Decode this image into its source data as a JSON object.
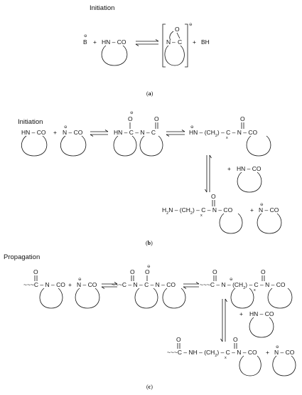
{
  "panel_a": {
    "heading": "Initiation",
    "charge": "⊖",
    "base": "B",
    "plus1": "+",
    "lactam": "HN – CO",
    "anion_n": "N",
    "anion_dash": "–",
    "anion_c": "C",
    "anion_o": "O",
    "plus2": "+",
    "conj_acid": "BH",
    "caption_open": "(",
    "caption_letter": "a",
    "caption_close": ")"
  },
  "panel_b": {
    "heading": "Initiation",
    "lactam": "HN – CO",
    "plus1": "+",
    "anion": "N – CO",
    "charge": "⊖",
    "dimer_o": "O",
    "dimer_c_single": "C",
    "dimer_left": "HN – C – N – C",
    "open_hn": "HN – (CH",
    "subscript_2": "2",
    "subscript_x": "x",
    "open_tail": ") – C – N – CO",
    "plus2": "+",
    "lactam2": "HN – CO",
    "amine": "H",
    "amine_tail": "N – (CH",
    "amine_end": ") – C – N – CO",
    "plus3": "+",
    "anion2": "N – CO",
    "caption_open": "(",
    "caption_letter": "b",
    "caption_close": ")"
  },
  "panel_c": {
    "heading": "Propagation",
    "chain_start": "~~~C – N – CO",
    "plus1": "+",
    "anion": "N – CO",
    "mid_chain": "~~~C – N – C – N – CO",
    "right_chain": "~~~C – N – (CH",
    "right_tail": ") – C – N – CO",
    "plus2": "+",
    "lactam": "HN – CO",
    "product": "~~~C – NH – (CH",
    "product_tail": ") – C – N – CO",
    "plus3": "+",
    "anion2": "N – CO",
    "o_label": "O",
    "charge": "⊖",
    "subscript_2": "2",
    "subscript_x": "x",
    "caption_open": "(",
    "caption_letter": "c",
    "caption_close": ")"
  }
}
